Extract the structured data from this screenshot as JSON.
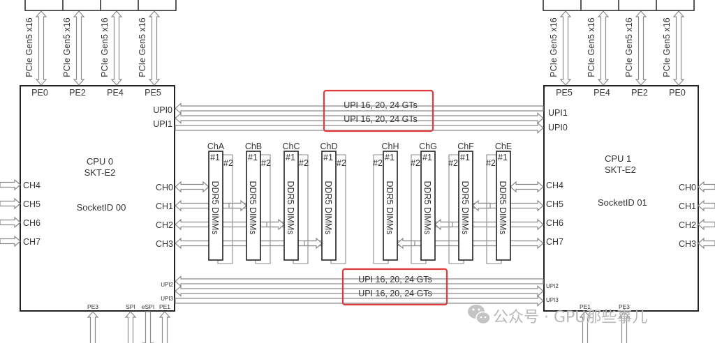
{
  "cpu0": {
    "name": "CPU 0",
    "socket_type": "SKT-E2",
    "socket_id": "SocketID  00",
    "pcie_ports": [
      "PE0",
      "PE2",
      "PE4",
      "PE5"
    ],
    "upi_top": [
      "UPI0",
      "UPI1"
    ],
    "upi_bottom": [
      "UPI2",
      "UPI3"
    ],
    "channels_left": [
      "CH4",
      "CH5",
      "CH6",
      "CH7"
    ],
    "channels_right": [
      "CH0",
      "CH1",
      "CH2",
      "CH3"
    ],
    "bottom_ports": [
      "PE3",
      "SPI",
      "eSPI",
      "PE1"
    ]
  },
  "cpu1": {
    "name": "CPU 1",
    "socket_type": "SKT-E2",
    "socket_id": "SocketID  01",
    "pcie_ports": [
      "PE5",
      "PE4",
      "PE2",
      "PE0"
    ],
    "upi_top": [
      "UPI1",
      "UPI0"
    ],
    "upi_bottom": [
      "UPI2",
      "UPI3"
    ],
    "channels_left": [
      "CH4",
      "CH5",
      "CH6",
      "CH7"
    ],
    "channels_right": [
      "CH0",
      "CH1",
      "CH2",
      "CH3"
    ],
    "bottom_ports": [
      "PE1",
      "PE3"
    ]
  },
  "pcie_link_label": "PCIe Gen5 x16",
  "upi_links": {
    "top": [
      "UPI 16, 20, 24 GTs",
      "UPI 16, 20, 24 GTs"
    ],
    "bottom": [
      "UPI 16, 20, 24 GTs",
      "UPI 16, 20, 24 GTs"
    ],
    "highlight_color": "#e0393e"
  },
  "dimm_label": "DDR5 DIMMs",
  "dimm_slot_labels": [
    "#1",
    "#2"
  ],
  "dimm_channels_cpu0": [
    "ChA",
    "ChB",
    "ChC",
    "ChD"
  ],
  "dimm_channels_cpu1": [
    "ChH",
    "ChG",
    "ChF",
    "ChE"
  ],
  "watermark": {
    "icon": "wechat-icon",
    "text": "公众号 · GPU那些事儿"
  }
}
